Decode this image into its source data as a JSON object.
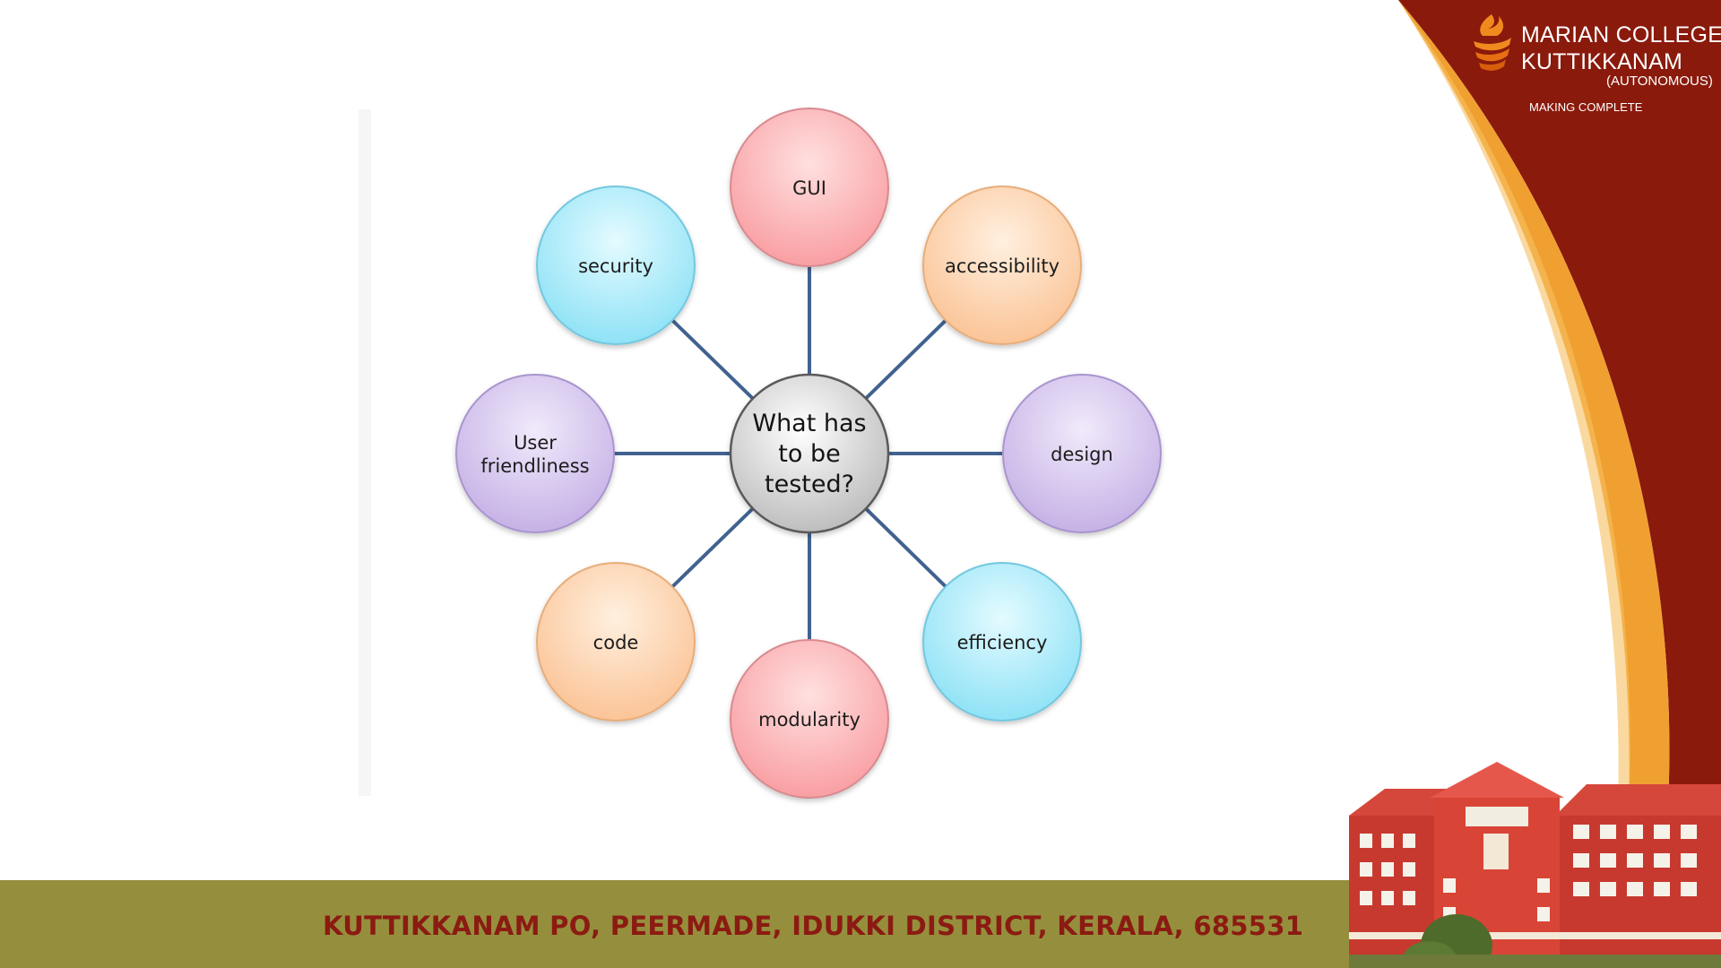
{
  "diagram": {
    "hub": {
      "lines": [
        "What has",
        "to be",
        "tested?"
      ]
    },
    "nodes": [
      {
        "lines": [
          "GUI"
        ],
        "color": "pink"
      },
      {
        "lines": [
          "accessibility"
        ],
        "color": "orange"
      },
      {
        "lines": [
          "design"
        ],
        "color": "purple"
      },
      {
        "lines": [
          "efficiency"
        ],
        "color": "cyan"
      },
      {
        "lines": [
          "modularity"
        ],
        "color": "pink"
      },
      {
        "lines": [
          "code"
        ],
        "color": "orange"
      },
      {
        "lines": [
          "User",
          "friendliness"
        ],
        "color": "purple"
      },
      {
        "lines": [
          "security"
        ],
        "color": "cyan"
      }
    ],
    "connector_color": "#41628f"
  },
  "branding": {
    "college_line1": "MARIAN COLLEGE",
    "college_line2": "KUTTIKKANAM",
    "autonomous": "(AUTONOMOUS)",
    "tagline": "MAKING COMPLETE"
  },
  "footer": {
    "address": "KUTTIKKANAM PO, PEERMADE, IDUKKI DISTRICT, KERALA, 685531"
  },
  "colors": {
    "maroon": "#8a1a0c",
    "orange": "#f0a030",
    "footer_olive": "#958f3d",
    "address_text": "#8b1b12"
  }
}
